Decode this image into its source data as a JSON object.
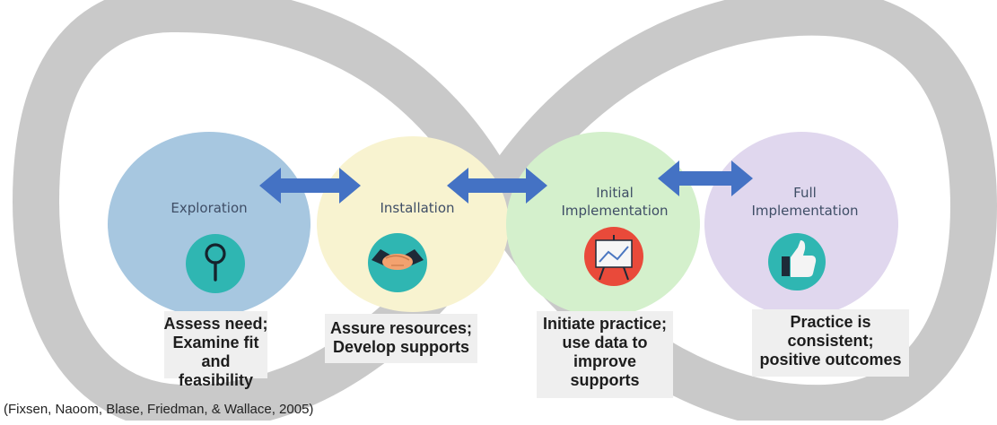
{
  "stages": [
    {
      "label": "Exploration",
      "icon": "magnifying-glass-icon",
      "caption": [
        "Assess need;",
        "Examine fit and",
        "feasibility"
      ],
      "color": "#a7c7e0"
    },
    {
      "label": "Installation",
      "icon": "handshake-icon",
      "caption": [
        "Assure resources;",
        "Develop supports"
      ],
      "color": "#f8f3d0"
    },
    {
      "label": [
        "Initial",
        "Implementation"
      ],
      "icon": "presentation-chart-icon",
      "caption": [
        "Initiate practice;",
        "use data to",
        "improve",
        "supports"
      ],
      "color": "#d4f0cc"
    },
    {
      "label": [
        "Full",
        "Implementation"
      ],
      "icon": "thumbs-up-icon",
      "caption": [
        "Practice is",
        "consistent;",
        "positive outcomes"
      ],
      "color": "#e0d7ee"
    }
  ],
  "colors": {
    "infinity_loop": "#c9c9c9",
    "arrow": "#4472c4",
    "icon_circle": "#2fb6b2",
    "caption_bg": "#efefef"
  },
  "citation": "(Fixsen, Naoom, Blase, Friedman, & Wallace, 2005)"
}
